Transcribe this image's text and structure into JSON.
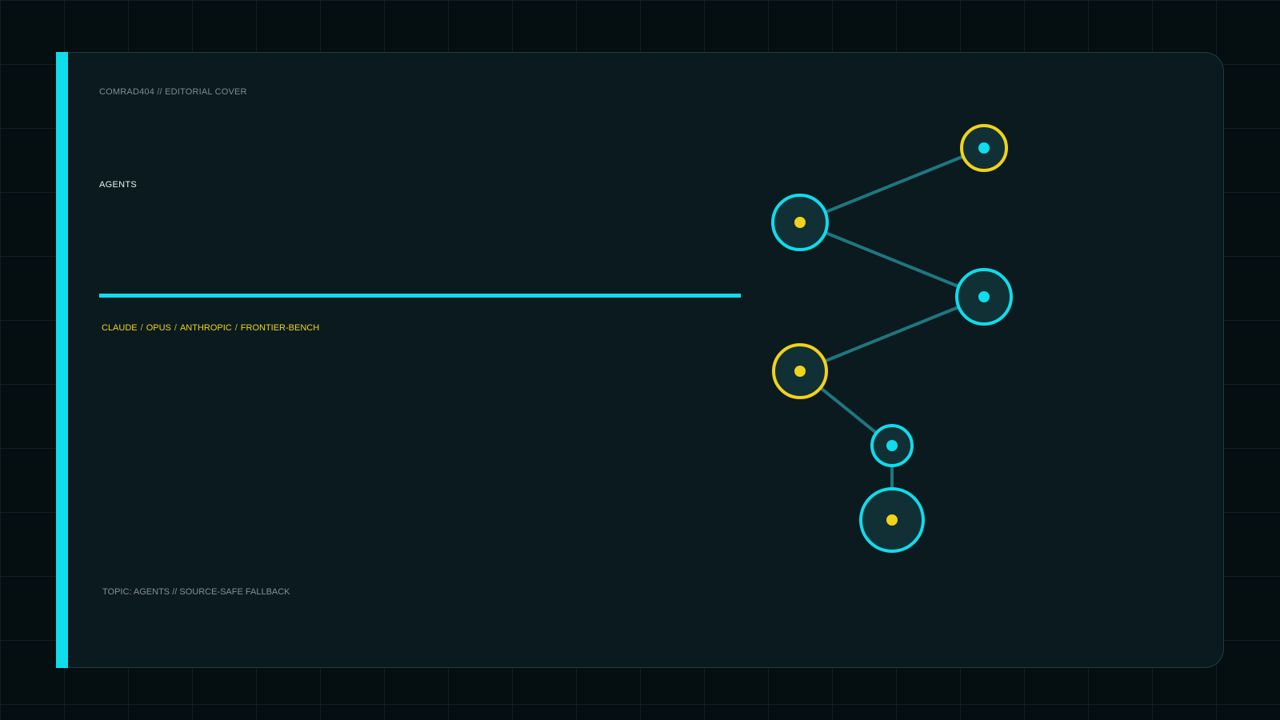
{
  "cover": {
    "kicker": "COMRAD404 // EDITORIAL COVER",
    "headline": "AGENTS",
    "tags": [
      "CLAUDE",
      "OPUS",
      "ANTHROPIC",
      "FRONTIER-BENCH"
    ],
    "tag_separator": "/",
    "footer": "TOPIC: AGENTS // SOURCE-SAFE FALLBACK"
  },
  "colors": {
    "background": "#050e10",
    "card": "#0b1a1e",
    "accent_cyan": "#0fdcec",
    "accent_yellow": "#f2d21a",
    "edge": "#1f7680",
    "node_fill": "#103035"
  },
  "graph": {
    "nodes": [
      {
        "id": "n1",
        "ring": "yellow",
        "dot": "cyan"
      },
      {
        "id": "n2",
        "ring": "cyan",
        "dot": "yellow"
      },
      {
        "id": "n3",
        "ring": "cyan",
        "dot": "cyan"
      },
      {
        "id": "n4",
        "ring": "yellow",
        "dot": "yellow"
      },
      {
        "id": "n5",
        "ring": "cyan",
        "dot": "cyan"
      },
      {
        "id": "n6",
        "ring": "cyan",
        "dot": "yellow"
      }
    ],
    "edges": [
      [
        "n2",
        "n1"
      ],
      [
        "n2",
        "n3"
      ],
      [
        "n3",
        "n4"
      ],
      [
        "n4",
        "n5"
      ],
      [
        "n5",
        "n6"
      ]
    ]
  }
}
